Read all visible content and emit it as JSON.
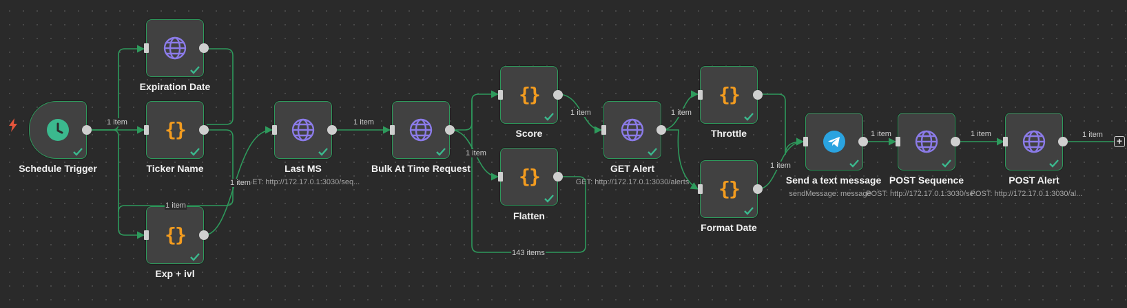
{
  "canvas": {
    "nodes": {
      "schedule_trigger": {
        "title": "Schedule Trigger",
        "icon": "clock-icon"
      },
      "expiration_date": {
        "title": "Expiration Date",
        "icon": "globe-icon"
      },
      "ticker_name": {
        "title": "Ticker Name",
        "icon": "code-braces-icon"
      },
      "exp_ivl": {
        "title": "Exp + ivl",
        "icon": "code-braces-icon"
      },
      "last_ms": {
        "title": "Last MS",
        "subtitle": "GET: http://172.17.0.1:3030/seq...",
        "icon": "globe-icon"
      },
      "bulk_at_time": {
        "title": "Bulk At Time Request",
        "icon": "globe-icon"
      },
      "score": {
        "title": "Score",
        "icon": "code-braces-icon"
      },
      "flatten": {
        "title": "Flatten",
        "icon": "code-braces-icon"
      },
      "get_alert": {
        "title": "GET Alert",
        "subtitle": "GET: http://172.17.0.1:3030/alerts",
        "icon": "globe-icon"
      },
      "throttle": {
        "title": "Throttle",
        "icon": "code-braces-icon"
      },
      "format_date": {
        "title": "Format Date",
        "icon": "code-braces-icon"
      },
      "send_text": {
        "title": "Send a text message",
        "subtitle": "sendMessage: message",
        "icon": "telegram-icon"
      },
      "post_sequence": {
        "title": "POST Sequence",
        "subtitle": "POST: http://172.17.0.1:3030/se...",
        "icon": "globe-icon"
      },
      "post_alert": {
        "title": "POST Alert",
        "subtitle": "POST: http://172.17.0.1:3030/al...",
        "icon": "globe-icon"
      }
    },
    "edge_labels": {
      "trigger_ticker": "1 item",
      "ticker_lastms": "1 item",
      "ticker_exp": "1 item",
      "lastms_bulk": "1 item",
      "bulk_flatten": "1 item",
      "flatten_score": "143 items",
      "score_getalert": "1 item",
      "getalert_throttle": "1 item",
      "format_send": "1 item",
      "send_postseq": "1 item",
      "postseq_postalert": "1 item",
      "postalert_out": "1 item"
    },
    "add_button": "+",
    "colors": {
      "node_border_success": "#2e9a5c",
      "edge": "#2e9a5c",
      "globe": "#8b7be8",
      "code": "#f39c1f",
      "clock": "#3bb98e",
      "telegram": "#2aa3e0",
      "trigger_bolt": "#e5553c"
    }
  }
}
